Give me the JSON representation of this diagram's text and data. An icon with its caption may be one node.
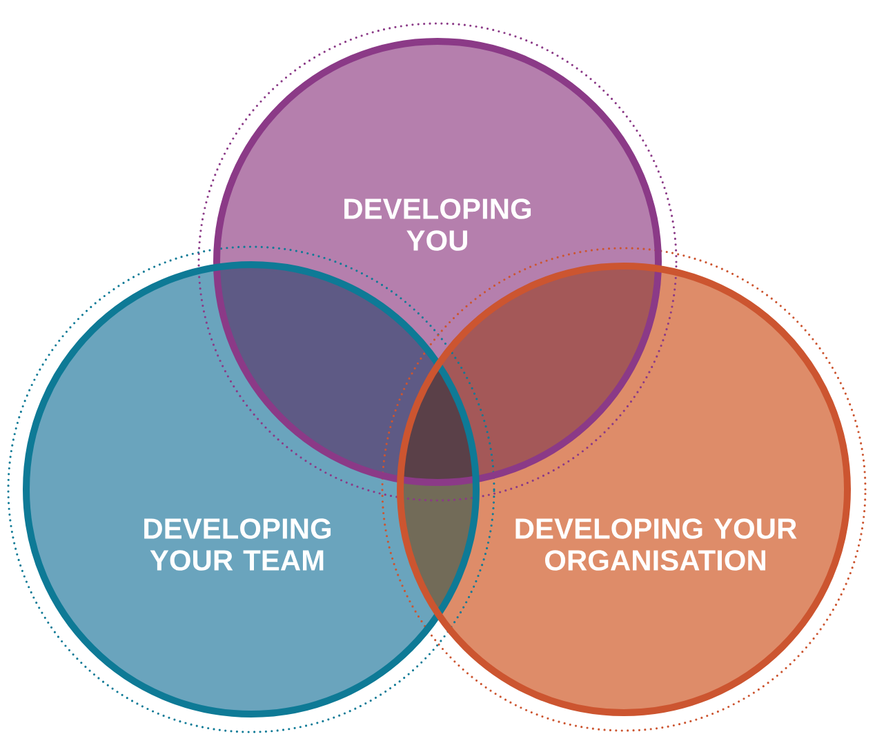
{
  "diagram": {
    "nodes": [
      {
        "text": [
          "DEVELOPING YOU"
        ]
      },
      {
        "text": [
          "DEVELOPING YOUR TEAM"
        ]
      },
      {
        "text": [
          "DEVELOPING YOUR ORGANISATION"
        ]
      }
    ]
  }
}
